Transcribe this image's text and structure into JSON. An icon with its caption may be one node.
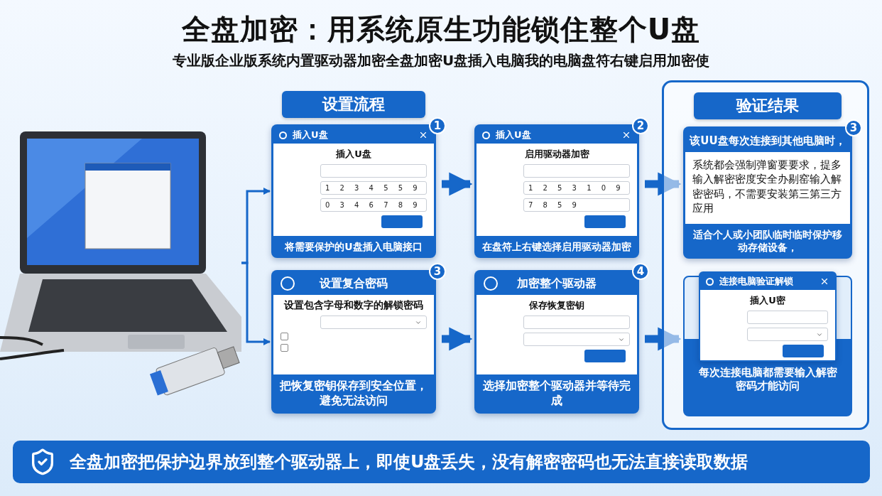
{
  "diagram": {
    "title": "全盘加密：用系统原生功能锁住整个U盘",
    "nodes": [
      {
        "text": [],
        "shape": "picture"
      },
      {
        "text": [
          "设置流程"
        ]
      },
      {
        "text": [
          "插入U盘",
          "插入U盘",
          "将需要保护的U盘插入电脑接口"
        ],
        "beside": [
          "1"
        ]
      },
      {
        "text": [
          "插入U盘",
          "启用驱动器加密",
          "在盘符上右键选择启用驱动器加密"
        ],
        "beside": [
          "2"
        ]
      },
      {
        "text": [
          "设置复合密码",
          "设置包含字母和数字的解锁密码",
          "把恢复密钥保存到安全位置，避免无法访问"
        ],
        "beside": [
          "3"
        ]
      },
      {
        "text": [
          "加密整个驱动器",
          "保存恢复密钥",
          "选择加密整个驱动器并等待完成"
        ],
        "beside": [
          "4"
        ]
      },
      {
        "text": [],
        "shape": "box"
      },
      {
        "text": [
          "验证结果"
        ],
        "in": 6
      },
      {
        "text": [
          "该UU盘每次连接到其他电脑时，",
          "系统都会强制弹窗要要求，提多输入解密密度安全办剔窑输入解密密码，不需要安装第三第三方应用",
          "适合个人或小团队临时临时保护移动存储设备，"
        ],
        "beside": [
          "3"
        ],
        "in": 6
      },
      {
        "text": [
          "连接电脑验证解锁",
          "插入U密",
          "每次连接电脑都需要输入解密密码才能访问"
        ],
        "in": 6
      }
    ],
    "edges": [
      {
        "from": 0,
        "to": 2,
        "arrow": "to"
      },
      {
        "from": 0,
        "to": 4,
        "arrow": "to"
      },
      {
        "from": 2,
        "to": 3,
        "arrow": "to"
      },
      {
        "from": 4,
        "to": 5,
        "arrow": "to"
      },
      {
        "from": 3,
        "to": 8,
        "arrow": "to"
      },
      {
        "from": 5,
        "to": 9,
        "arrow": "to"
      }
    ],
    "labels": [
      "专业版企业版系统内置驱动器加密全盘加密U盘插入电脑我的电脑盘符右键启用加密使",
      "1 2 3 4 5 5 9",
      "0 3 4 6 7 8 9",
      "1 2 5 3 1 0 9",
      "7 8 5 9",
      "全盘加密把保护边界放到整个驱动器上，即使U盘丢失，没有解密密码也无法直接读取数据"
    ]
  }
}
